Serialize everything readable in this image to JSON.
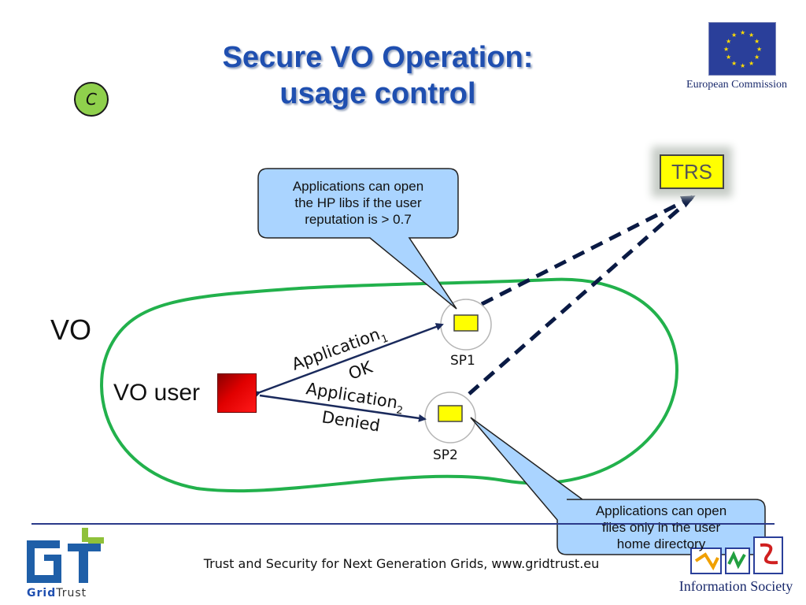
{
  "title": {
    "line1": "Secure VO Operation:",
    "line2": "usage control"
  },
  "badge": {
    "letter": "C"
  },
  "logos": {
    "ec_caption": "European Commission",
    "gridtrust_caption_bold": "Grid",
    "gridtrust_caption_rest": "Trust",
    "is_caption": "Information Society"
  },
  "diagram": {
    "trs_label": "TRS",
    "vo_label": "VO",
    "vo_user_label": "VO user",
    "sp1_label": "SP1",
    "sp2_label": "SP2",
    "app1": {
      "name": "Application",
      "subscript": "1",
      "result": "OK"
    },
    "app2": {
      "name": "Application",
      "subscript": "2",
      "result": "Denied"
    },
    "callout_top": [
      "Applications can open",
      "the HP libs if the user",
      "reputation is > 0.7"
    ],
    "callout_bottom": [
      "Applications can open",
      "files only in the user",
      "home directory"
    ]
  },
  "footer": {
    "text": "Trust and Security for Next Generation Grids, www.gridtrust.eu"
  },
  "colors": {
    "title": "#1f4fb0",
    "vo_boundary": "#22b14c",
    "callout_fill": "#aad4ff",
    "arrow": "#1a2a5c",
    "sp_box": "#ffff00"
  }
}
